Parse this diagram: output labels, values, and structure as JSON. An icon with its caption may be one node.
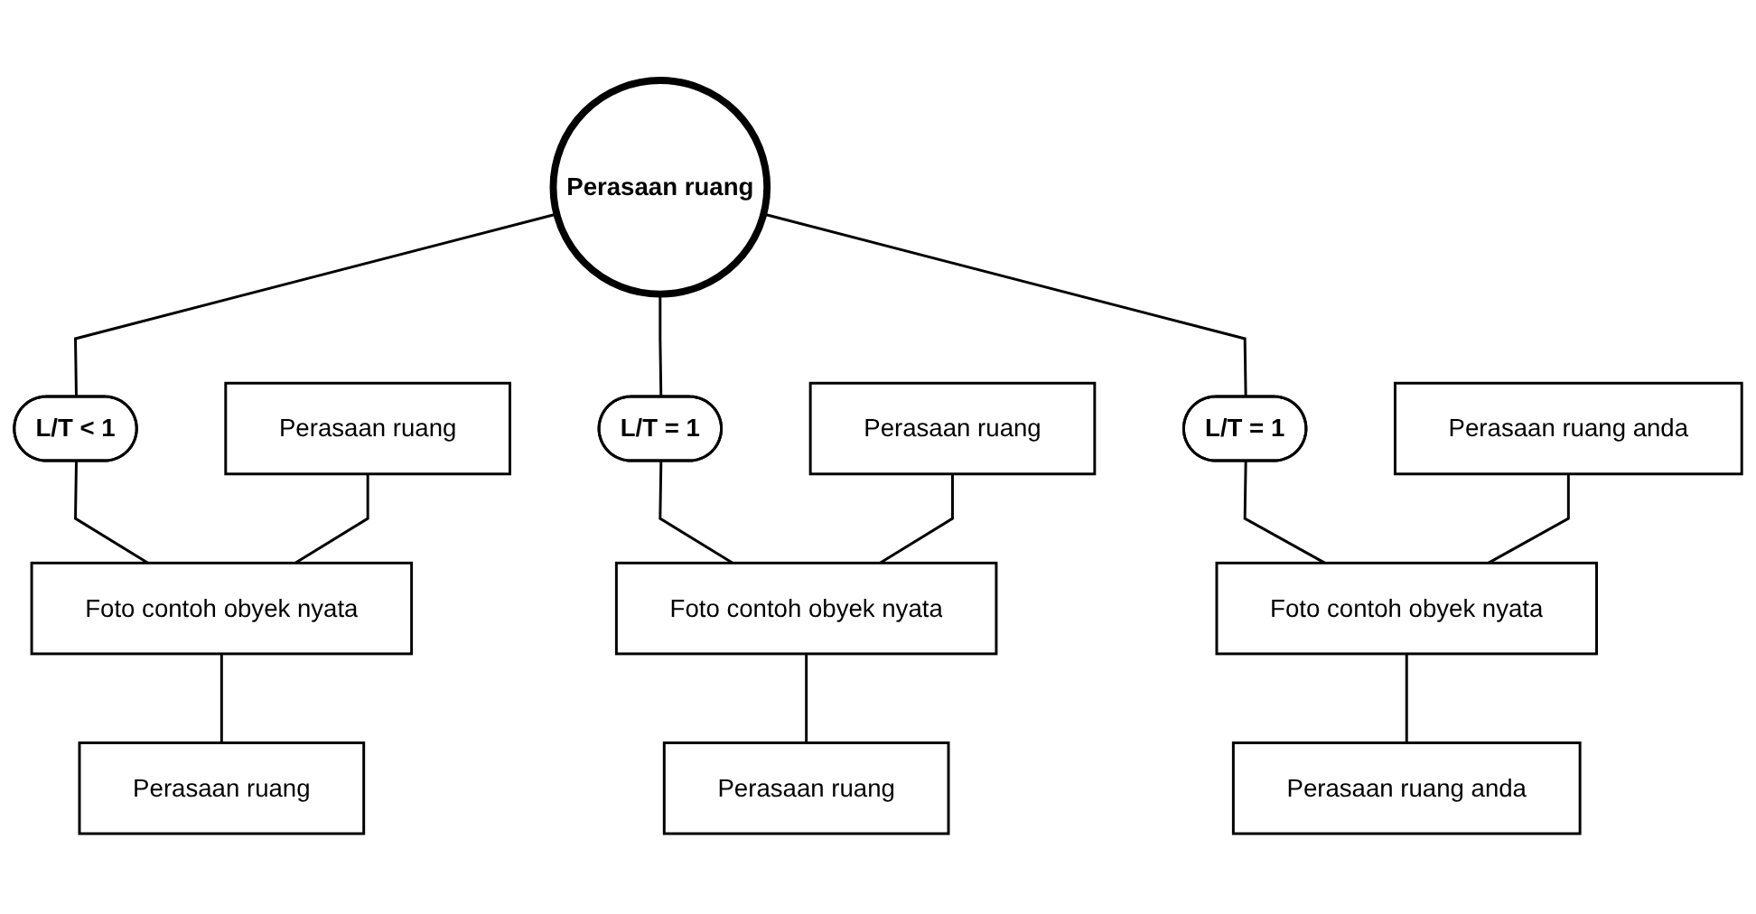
{
  "diagram": {
    "nodes": [
      {
        "text": [
          "Perasaan ruang"
        ]
      },
      {
        "text": [
          "L/T < 1"
        ]
      },
      {
        "text": [
          "Perasaan ruang"
        ]
      },
      {
        "text": [
          "Foto contoh obyek nyata"
        ]
      },
      {
        "text": [
          "Perasaan ruang"
        ]
      },
      {
        "text": [
          "L/T = 1"
        ]
      },
      {
        "text": [
          "Perasaan ruang"
        ]
      },
      {
        "text": [
          "Foto contoh obyek nyata"
        ]
      },
      {
        "text": [
          "Perasaan ruang"
        ]
      },
      {
        "text": [
          "L/T = 1"
        ]
      },
      {
        "text": [
          "Perasaan ruang anda"
        ]
      },
      {
        "text": [
          "Foto contoh obyek nyata"
        ]
      },
      {
        "text": [
          "Perasaan ruang anda"
        ]
      }
    ],
    "edges": [
      {
        "from": 0,
        "to": 1,
        "arrow": "none"
      },
      {
        "from": 1,
        "to": 3,
        "arrow": "none"
      },
      {
        "from": 2,
        "to": 3,
        "arrow": "none"
      },
      {
        "from": 3,
        "to": 4,
        "arrow": "none"
      },
      {
        "from": 0,
        "to": 5,
        "arrow": "none"
      },
      {
        "from": 5,
        "to": 7,
        "arrow": "none"
      },
      {
        "from": 6,
        "to": 7,
        "arrow": "none"
      },
      {
        "from": 7,
        "to": 8,
        "arrow": "none"
      },
      {
        "from": 0,
        "to": 9,
        "arrow": "none"
      },
      {
        "from": 9,
        "to": 11,
        "arrow": "none"
      },
      {
        "from": 10,
        "to": 11,
        "arrow": "none"
      },
      {
        "from": 11,
        "to": 12,
        "arrow": "none"
      }
    ]
  }
}
